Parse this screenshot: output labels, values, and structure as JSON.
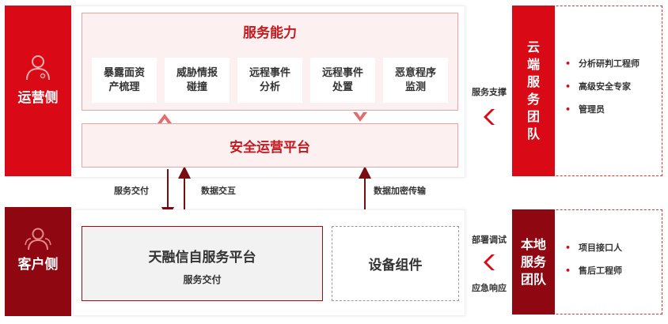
{
  "left": {
    "ops_side": "运营侧",
    "customer_side": "客户侧"
  },
  "capabilities": {
    "title": "服务能力",
    "items": [
      {
        "line1": "暴露面资",
        "line2": "产梳理"
      },
      {
        "line1": "威胁情报",
        "line2": "碰撞"
      },
      {
        "line1": "远程事件",
        "line2": "分析"
      },
      {
        "line1": "远程事件",
        "line2": "处置"
      },
      {
        "line1": "恶意程序",
        "line2": "监测"
      }
    ]
  },
  "ops_platform": "安全运营平台",
  "flows": {
    "service_delivery": "服务交付",
    "data_exchange": "数据交互",
    "encrypted_transfer": "数据加密传输",
    "service_support": "服务支撑",
    "deploy_debug": "部署调试",
    "emergency_response": "应急响应"
  },
  "platform": {
    "title": "天融信自服务平台",
    "subtitle": "服务交付"
  },
  "device": "设备组件",
  "cloud_team": {
    "title_chars": [
      "云",
      "端",
      "服",
      "务",
      "团",
      "队"
    ],
    "items": [
      "分析研判工程师",
      "高级安全专家",
      "管理员"
    ]
  },
  "local_team": {
    "title_lines": [
      "本地",
      "服务",
      "团队"
    ],
    "items": [
      "项目接口人",
      "售后工程师"
    ]
  },
  "colors": {
    "brand_red": "#d90a16",
    "dark_red": "#8e0711",
    "light_pink": "#fdf0f0"
  }
}
